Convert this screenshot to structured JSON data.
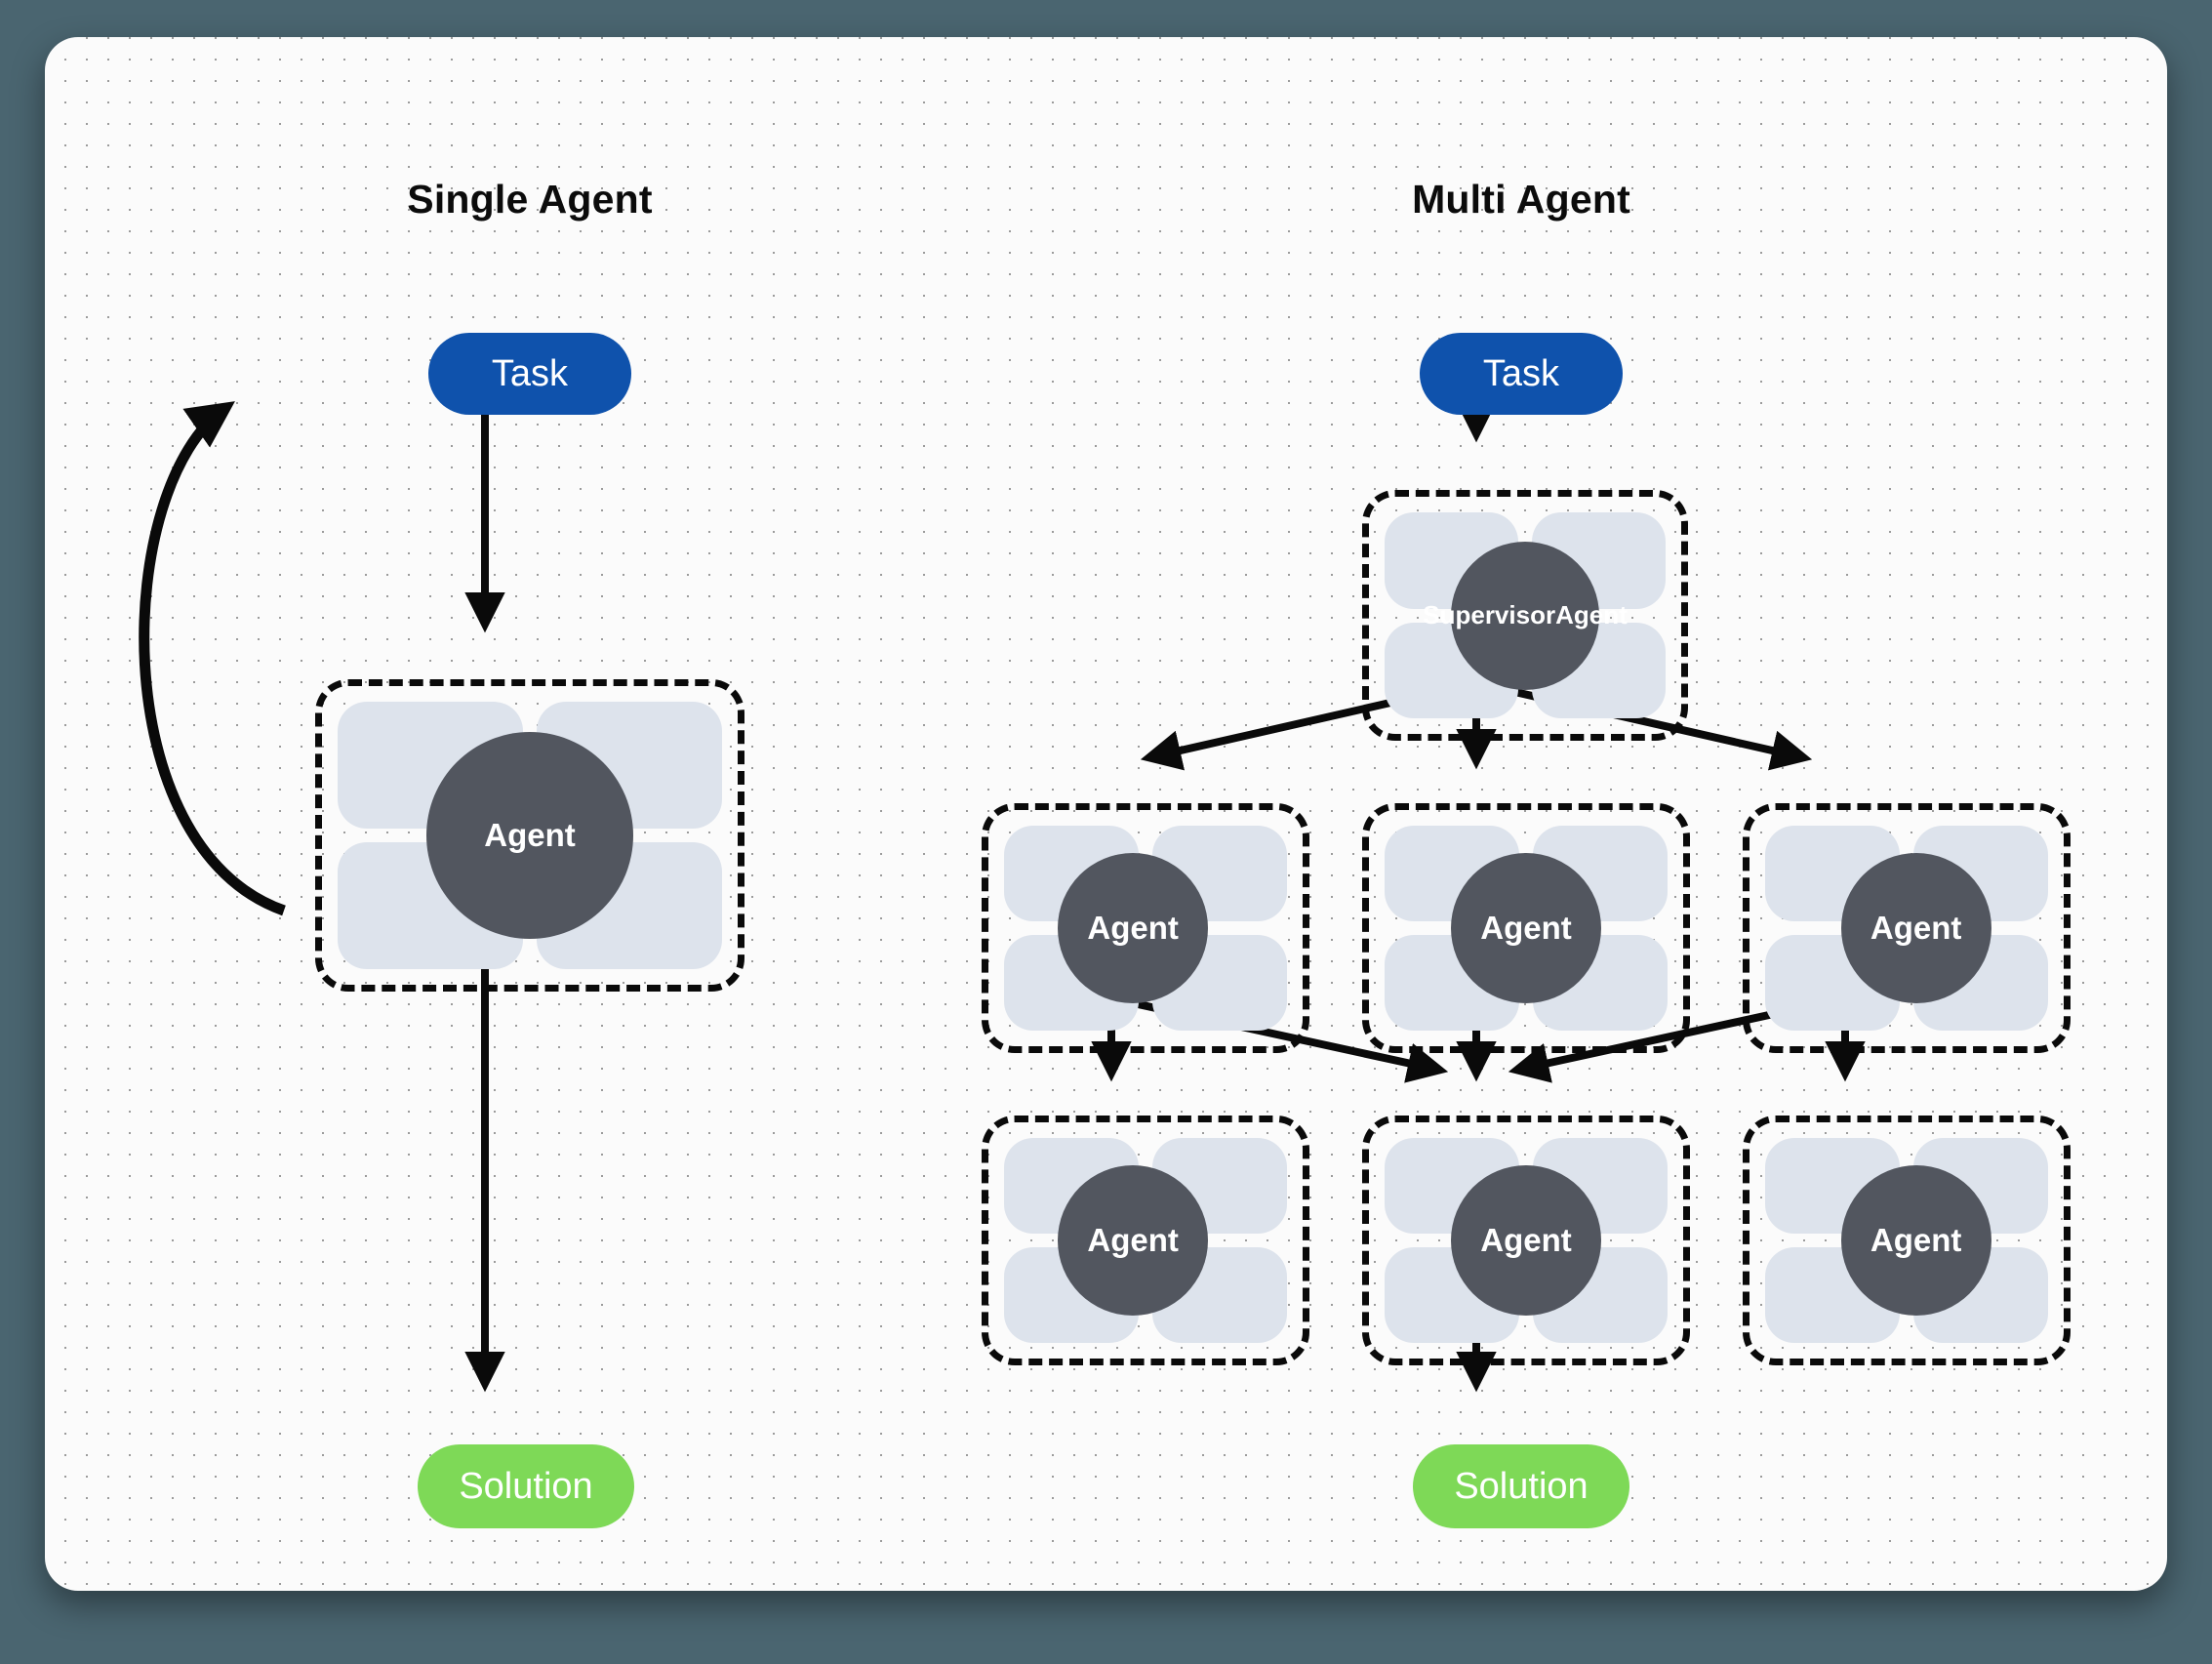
{
  "diagram": {
    "title_single": "Single Agent",
    "title_multi": "Multi Agent",
    "colors": {
      "page_background": "#4a6570",
      "canvas_background": "#fbfbfb",
      "dot_grid": "#9b9b9b",
      "task_pill": "#0f52ac",
      "solution_pill": "#7ed957",
      "agent_circle": "#52565f",
      "tile": "#dde3ec",
      "edge": "#0a0a0a",
      "text_on_pill": "#ffffff",
      "heading": "#0b0b0b"
    }
  },
  "single": {
    "task_label": "Task",
    "agent_label": "Agent",
    "solution_label": "Solution"
  },
  "multi": {
    "task_label": "Task",
    "supervisor_label_line1": "Supervisor",
    "supervisor_label_line2": "Agent",
    "solution_label": "Solution",
    "row2": [
      {
        "label": "Agent"
      },
      {
        "label": "Agent"
      },
      {
        "label": "Agent"
      }
    ],
    "row3": [
      {
        "label": "Agent"
      },
      {
        "label": "Agent"
      },
      {
        "label": "Agent"
      }
    ]
  }
}
